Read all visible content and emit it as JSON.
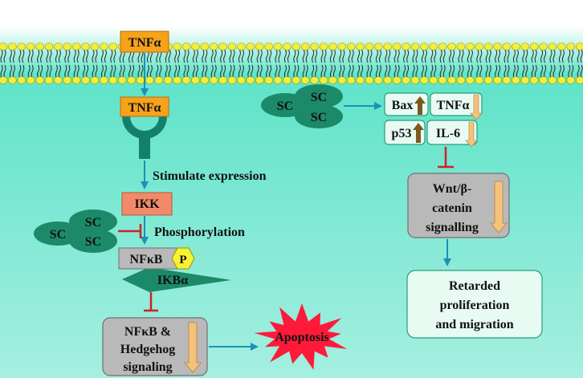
{
  "colors": {
    "membrane_head": "#f2ee3a",
    "membrane_tail": "#2a2a2a",
    "background_top": "#ffffff",
    "background_mid": "#5fe3c9",
    "background_bottom": "#a5efe0",
    "arrow": "#1f8fb8",
    "inhibit": "#cc2222",
    "tnf_box": "#f6a21a",
    "receptor": "#12806a",
    "ikk_box": "#f28a6a",
    "sc_cells": "#1c8a68",
    "grey_box": "#b9b9b9",
    "light_box": "#e7fbf3",
    "up_arrow": "#7a5a1c",
    "down_arrow": "#f4c27a",
    "apoptosis_star": "#ff1a3a",
    "phospho_badge": "#f7f234"
  },
  "labels": {
    "tnf_top": "TNFα",
    "tnf_receptor": "TNFα",
    "stimulate": "Stimulate expression",
    "ikk": "IKK",
    "phosphorylation": "Phosphorylation",
    "nfkb": "NFκB",
    "phospho": "P",
    "ikba": "IKBα",
    "nfkb_hedgehog": [
      "NFκB &",
      "Hedgehog",
      "signaling"
    ],
    "apoptosis": "Apoptosis",
    "sc": "SC",
    "bax": "Bax",
    "tnf_right": "TNFα",
    "p53": "p53",
    "il6": "IL-6",
    "wnt": [
      "Wnt/β-",
      "catenin",
      "signalling"
    ],
    "retarded": [
      "Retarded",
      "proliferation",
      "and migration"
    ]
  }
}
